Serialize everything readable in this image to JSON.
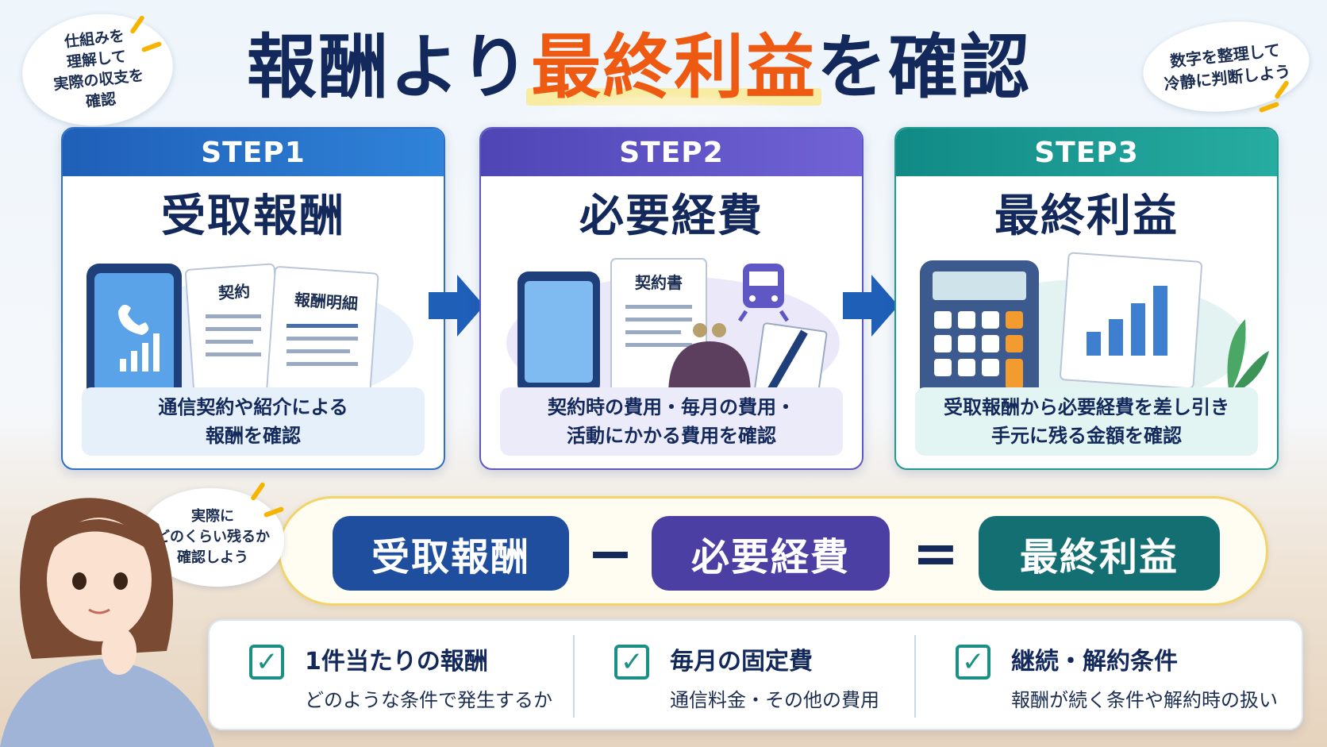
{
  "title": {
    "part1": "報酬より",
    "accent": "最終利益",
    "part2": "を確認"
  },
  "bubbles": {
    "top_left": "仕組みを\n理解して\n実際の収支を\n確認",
    "top_right": "数字を整理して\n冷静に判断しよう",
    "middle": "実際に\nどのくらい残るか\n確認しよう"
  },
  "steps": [
    {
      "step": "STEP1",
      "title": "受取報酬",
      "desc": "通信契約や紹介による\n報酬を確認",
      "doc1": "契約",
      "doc2": "報酬明細"
    },
    {
      "step": "STEP2",
      "title": "必要経費",
      "desc": "契約時の費用・毎月の費用・\n活動にかかる費用を確認",
      "doc1": "契約書"
    },
    {
      "step": "STEP3",
      "title": "最終利益",
      "desc": "受取報酬から必要経費を差し引き\n手元に残る金額を確認"
    }
  ],
  "formula": {
    "a": "受取報酬",
    "op1": "−",
    "b": "必要経費",
    "op2": "=",
    "c": "最終利益"
  },
  "checklist": [
    {
      "title": "1件当たりの報酬",
      "sub": "どのような条件で発生するか"
    },
    {
      "title": "毎月の固定費",
      "sub": "通信料金・その他の費用"
    },
    {
      "title": "継続・解約条件",
      "sub": "報酬が続く条件や解約時の扱い"
    }
  ],
  "colors": {
    "step1": "#1f5fb8",
    "step2": "#4f45b5",
    "step3": "#118a86",
    "accent": "#ef5a12",
    "check": "#1a8f84"
  },
  "icons": [
    "smartphone-icon",
    "document-icon",
    "train-icon",
    "coin-purse-icon",
    "notebook-pen-icon",
    "calculator-icon",
    "bar-chart-document-icon",
    "leaf-icon",
    "checkbox-icon"
  ]
}
